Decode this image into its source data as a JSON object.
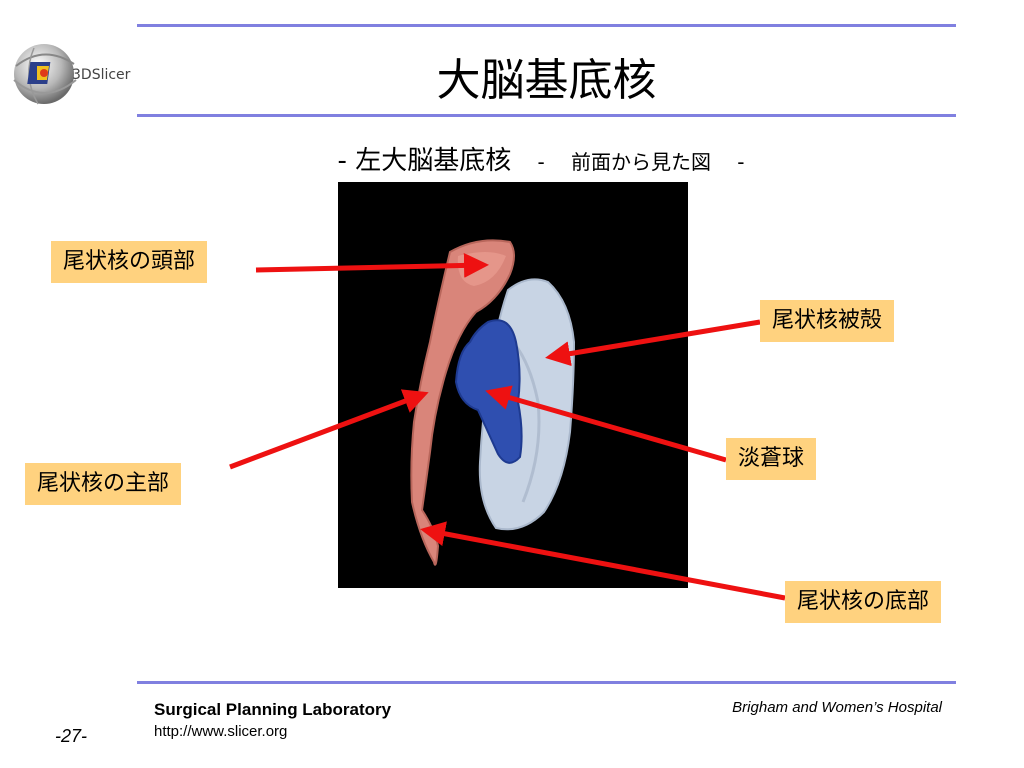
{
  "logo": {
    "text": "3DSlicer",
    "icon": "slicer-logo-icon"
  },
  "title": "大脳基底核",
  "subtitle": {
    "dash": "-",
    "main": "左大脳基底核",
    "view": "前面から見た図"
  },
  "labels": {
    "caudate_head": "尾状核の頭部",
    "putamen": "尾状核被殻",
    "caudate_body": "尾状核の主部",
    "globus_pallidus": "淡蒼球",
    "caudate_tail": "尾状核の底部"
  },
  "colors": {
    "rule": "#8080e0",
    "label_bg": "#ffd27f",
    "arrow": "#ee1111",
    "caudate": "#d9857a",
    "putamen": "#c8d4e4",
    "pallidus": "#2f4fb0"
  },
  "footer": {
    "lab": "Surgical Planning Laboratory",
    "url": "http://www.slicer.org",
    "hospital": "Brigham and Women’s Hospital",
    "page": "-27-"
  }
}
